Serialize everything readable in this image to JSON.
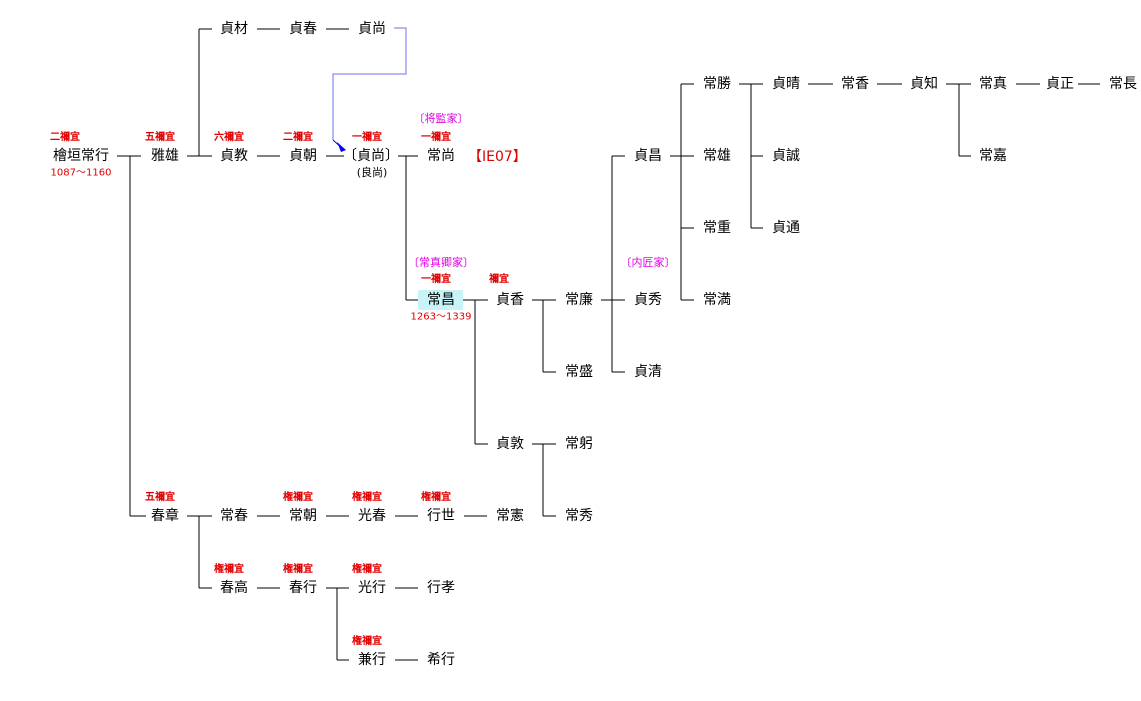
{
  "people": {
    "tsunemichi_root": "檜垣常行",
    "masao": "雅雄",
    "haruaki": "春章",
    "sadaki": "貞材",
    "sadaharu": "貞春",
    "sadanao_top": "貞尚",
    "sadanori": "貞教",
    "sadatomo": "貞朝",
    "sadanao": "〔貞尚〕",
    "sadanao_alias": "(良尚)",
    "tsunenao": "常尚",
    "tsunenao_code": "【IE07】",
    "tsunemasa": "常昌",
    "sadaka": "貞香",
    "tsunekado": "常廉",
    "tsunemori": "常盛",
    "sadahide": "貞秀",
    "sadakiyo": "貞清",
    "sadamasa": "貞昌",
    "tsunekatsu": "常勝",
    "tsuneo": "常雄",
    "tsuneshige": "常重",
    "tsunemitsu": "常満",
    "sadaharu2": "貞晴",
    "sadanobu": "貞誠",
    "sadamichi": "貞通",
    "tsuneka": "常香",
    "sadatomo2": "貞知",
    "tsunezane": "常真",
    "tsuneyoshi": "常嘉",
    "sadamasa2": "貞正",
    "tsunenaga": "常長",
    "sadaatsu": "貞敦",
    "tsunemi": "常躬",
    "tsunehide": "常秀",
    "tsuneharu": "常春",
    "tsunetomo": "常朝",
    "mitsuharu": "光春",
    "yukiyo": "行世",
    "tsunenori": "常憲",
    "harutaka": "春高",
    "haruyuki": "春行",
    "mitsuyuki": "光行",
    "yukitaka": "行孝",
    "kaneyuki": "兼行",
    "mareyuki": "希行"
  },
  "titles": {
    "ni_negi": "二禰宜",
    "go_negi": "五禰宜",
    "roku_negi": "六禰宜",
    "ichi_negi": "一禰宜",
    "negi": "禰宜",
    "gon_negi": "権禰宜"
  },
  "years": {
    "root": "1087～1160",
    "tsunemasa": "1263～1339"
  },
  "houses": {
    "shogen": "〔将監家〕",
    "tsunezane_kyo": "〔常真卿家〕",
    "takumi": "〔内匠家〕"
  },
  "colors": {
    "title": "#e00000",
    "house": "#e000e0",
    "highlight": "#c8f4f8",
    "adoption_link": "#7070f0"
  }
}
